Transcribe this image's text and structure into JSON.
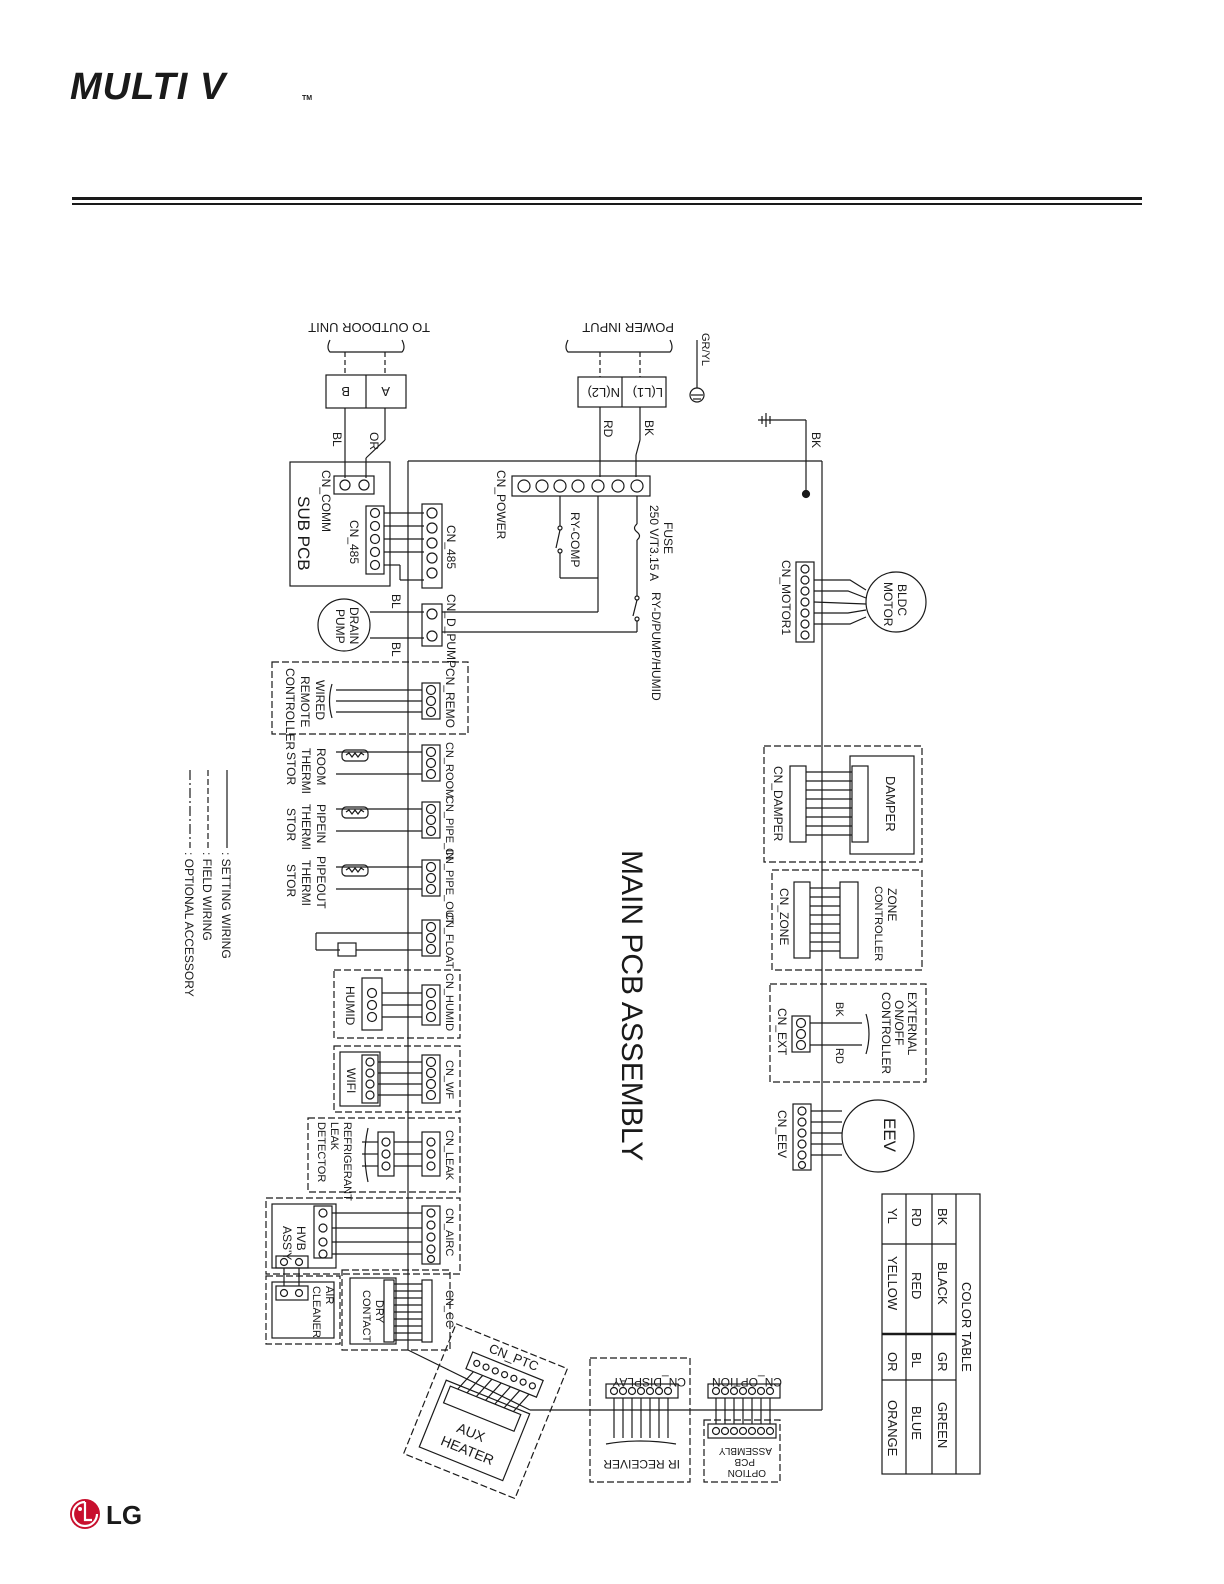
{
  "header": {
    "brand": "MULTI V",
    "trademark": "TM"
  },
  "footer": {
    "logo_text": "LG"
  },
  "diagram": {
    "main_title": "MAIN PCB ASSEMBLY",
    "top": {
      "to_outdoor_unit": "TO  OUTDOOR UNIT",
      "terminal_b": "B",
      "terminal_a": "A",
      "wire_bl": "BL",
      "wire_or": "OR",
      "power_input": "POWER INPUT",
      "grounding": "GR/YL",
      "terminal_n": "N(L2)",
      "terminal_l": "L(L1)",
      "wire_rd": "RD",
      "wire_bk": "BK",
      "wire_bk_ground": "BK"
    },
    "sub_pcb": {
      "cn_comm": "CN_COMM",
      "title": "SUB PCB",
      "cn_485_inner": "CN_485",
      "cn_485": "CN_485"
    },
    "power": {
      "cn_power": "CN_POWER",
      "ry_comp": "RY-COMP",
      "fuse": "FUSE",
      "fuse_rating": "250 V/T3.15 A",
      "ry_dpump": "RY-D/PUMP/HUMID"
    },
    "drain": {
      "label_line1": "DRAIN",
      "label_line2": "PUMP",
      "wire_bl_1": "BL",
      "wire_bl_2": "BL",
      "cn_d_pump": "CN_D_PUMP"
    },
    "left_connectors": [
      {
        "cn": "CN_REMO",
        "device": [
          "WIRED",
          "REMOTE",
          "CONTROLLER"
        ]
      },
      {
        "cn": "CN_ROOM",
        "device": [
          "ROOM",
          "THERMI",
          "STOR"
        ]
      },
      {
        "cn": "CN_PIPE_IN",
        "device": [
          "PIPEIN",
          "THERMI",
          "STOR"
        ]
      },
      {
        "cn": "CN_PIPE_OUT",
        "device": [
          "PIPEOUT",
          "THERMI",
          "STOR"
        ]
      },
      {
        "cn": "CN_FLOAT",
        "device": []
      },
      {
        "cn": "CN_HUMID",
        "device": [
          "HUMID"
        ]
      },
      {
        "cn": "CN_WF",
        "device": [
          "WIFI"
        ]
      },
      {
        "cn": "CN_LEAK",
        "device": [
          "REFRIGERANT",
          "LEAK",
          "DETECTOR"
        ]
      },
      {
        "cn": "CN_AIRC",
        "device": [
          "HVB",
          "ASS'Y"
        ]
      },
      {
        "cn": "CN_CC",
        "device": [
          "DRY",
          "CONTACT"
        ]
      }
    ],
    "air_cleaner": [
      "AIR",
      "CLEANER"
    ],
    "legend": {
      "setting": ": SETTING WIRING",
      "field": ": FIELD WIRING",
      "optional": ": OPTIONAL ACCESSORY"
    },
    "right_connectors": {
      "bldc_motor": [
        "BLDC",
        "MOTOR"
      ],
      "cn_motor1": "CN_MOTOR1",
      "damper": "DAMPER",
      "cn_damper": "CN_DAMPER",
      "zone_controller": [
        "ZONE",
        "CONTROLLER"
      ],
      "cn_zone": "CN_ZONE",
      "external_controller": [
        "EXTERNAL",
        "ON/OFF",
        "CONTROLLER"
      ],
      "ext_wire_bk": "BK",
      "ext_wire_rd": "RD",
      "cn_ext": "CN_EXT",
      "eev": "EEV",
      "cn_eev": "CN_EEV"
    },
    "bottom": {
      "cn_ptc": "CN_PTC",
      "aux_heater": [
        "AUX",
        "HEATER"
      ],
      "cn_display": "CN_DISPLAY",
      "ir_receiver": "IR RECEIVER",
      "cn_option": "CN_OPTION",
      "option_pcb": [
        "OPTION",
        "PCB",
        "ASSEMBLY"
      ]
    },
    "color_table": {
      "title": "COLOR TABLE",
      "rows": [
        {
          "code": "BK",
          "name": "BLACK",
          "code2": "GR",
          "name2": "GREEN"
        },
        {
          "code": "RD",
          "name": "RED",
          "code2": "BL",
          "name2": "BLUE"
        },
        {
          "code": "YL",
          "name": "YELLOW",
          "code2": "OR",
          "name2": "ORANGE"
        }
      ]
    }
  }
}
